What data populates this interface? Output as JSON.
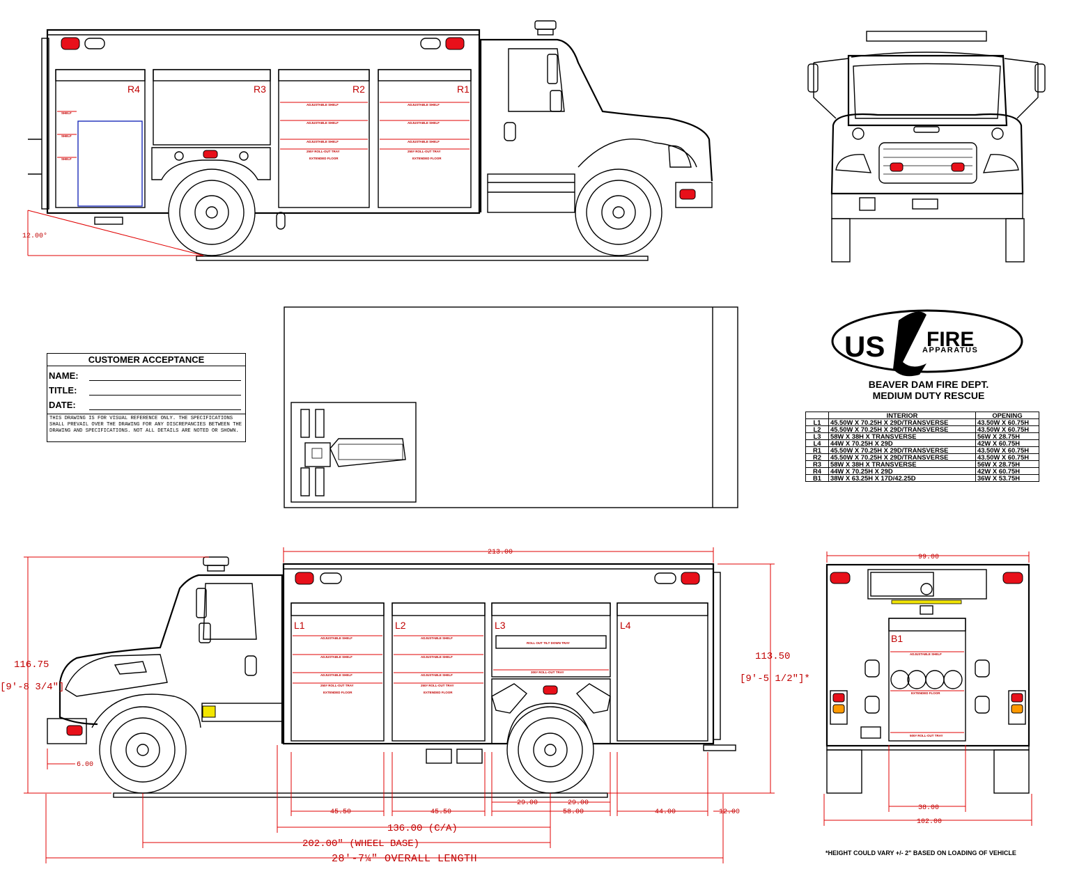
{
  "acceptance": {
    "title": "CUSTOMER ACCEPTANCE",
    "fields": [
      "NAME:",
      "TITLE:",
      "DATE:"
    ],
    "note": "THIS DRAWING IS FOR VISUAL REFERENCE ONLY. THE SPECIFICATIONS SHALL PREVAIL OVER THE DRAWING FOR ANY DISCREPANCIES BETWEEN THE DRAWING AND SPECIFICATIONS. NOT ALL DETAILS ARE NOTED OR SHOWN."
  },
  "logo": {
    "left": "US",
    "right": "FIRE",
    "sub": "APPARATUS"
  },
  "dept": {
    "line1": "BEAVER DAM FIRE DEPT.",
    "line2": "MEDIUM DUTY RESCUE"
  },
  "compartments": {
    "headers": [
      "INTERIOR",
      "OPENING"
    ],
    "rows": [
      {
        "code": "L1",
        "interior": "45.50W X 70.25H X 29D/TRANSVERSE",
        "opening": "43.50W X 60.75H"
      },
      {
        "code": "L2",
        "interior": "45.50W X 70.25H X 29D/TRANSVERSE",
        "opening": "43.50W X 60.75H"
      },
      {
        "code": "L3",
        "interior": "58W X 38H X TRANSVERSE",
        "opening": "56W X 28.75H"
      },
      {
        "code": "L4",
        "interior": "44W X 70.25H X 29D",
        "opening": "42W X 60.75H"
      },
      {
        "code": "R1",
        "interior": "45.50W X 70.25H X 29D/TRANSVERSE",
        "opening": "43.50W X 60.75H"
      },
      {
        "code": "R2",
        "interior": "45.50W X 70.25H X 29D/TRANSVERSE",
        "opening": "43.50W X 60.75H"
      },
      {
        "code": "R3",
        "interior": "58W X 38H X TRANSVERSE",
        "opening": "56W X 28.75H"
      },
      {
        "code": "R4",
        "interior": "44W X 70.25H X 29D",
        "opening": "42W X 60.75H"
      },
      {
        "code": "B1",
        "interior": "38W X 63.25H X 17D/42.25D",
        "opening": "36W X 53.75H"
      }
    ]
  },
  "right_side": {
    "labels": [
      "R4",
      "R3",
      "R2",
      "R1"
    ],
    "shelf": "ADJUSTABLE SHELF",
    "tray": "250# ROLL-OUT TRAY",
    "floor": "EXTENDED FLOOR",
    "small_shelf": "SHELF",
    "angle": "12.00°"
  },
  "left_side": {
    "labels": [
      "L1",
      "L2",
      "L3",
      "L4"
    ],
    "shelf": "ADJUSTABLE SHELF",
    "tray": "250# ROLL-OUT TRAY",
    "floor": "EXTENDED FLOOR",
    "tilt_tray": "ROLL OUT TILT DOWN TRAY",
    "tray_l3": "300# ROLL-OUT TRAY",
    "dims": {
      "body_length": "213.00",
      "height_left": "116.75",
      "height_left_ft": "[9'-8 3/4\"]",
      "height_right": "113.50",
      "height_right_ft": "[9'-5 1/2\"]*",
      "front_ext": "6.00",
      "rear_ext": "12.00",
      "l1": "45.50",
      "l2": "45.50",
      "l3a": "29.00",
      "l3b": "29.00",
      "l3c": "58.00",
      "l4": "44.00",
      "ca": "136.00 (C/A)",
      "wb": "202.00\" (WHEEL BASE)",
      "oal": "28'-7¼\" OVERALL LENGTH"
    }
  },
  "rear": {
    "label": "B1",
    "shelf": "ADJUSTABLE SHELF",
    "floor": "EXTENDED FLOOR",
    "tray": "500# ROLL-OUT TRAY",
    "width_top": "99.00",
    "opening": "38.00",
    "width_bottom": "102.00"
  },
  "footnote": "*HEIGHT COULD VARY +/- 2\" BASED ON LOADING OF VEHICLE",
  "colors": {
    "dimension": "#c00000",
    "lamp": "#e8101a",
    "amber": "#ff9900",
    "blue": "#1a2bb8"
  }
}
